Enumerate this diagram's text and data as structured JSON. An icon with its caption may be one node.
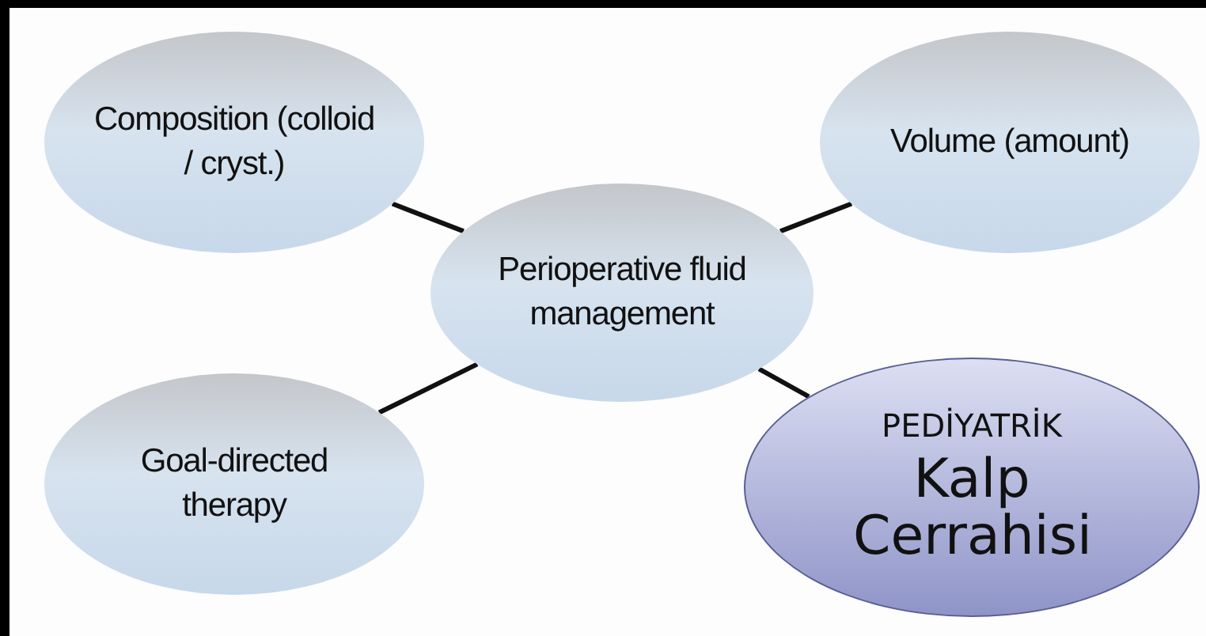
{
  "diagram": {
    "nodes": [
      {
        "text": [
          "Composition (colloid / cryst.)"
        ]
      },
      {
        "text": [
          "Volume (amount)"
        ]
      },
      {
        "text": [
          "Perioperative fluid management"
        ]
      },
      {
        "text": [
          "Goal-directed therapy"
        ]
      },
      {
        "text": [
          "PEDİYATRİK",
          "Kalp Cerrahisi"
        ]
      }
    ],
    "edges": [
      {
        "from": 2,
        "to": 0,
        "arrow": "none"
      },
      {
        "from": 2,
        "to": 1,
        "arrow": "none"
      },
      {
        "from": 2,
        "to": 3,
        "arrow": "none"
      },
      {
        "from": 2,
        "to": 4,
        "arrow": "none"
      }
    ]
  }
}
